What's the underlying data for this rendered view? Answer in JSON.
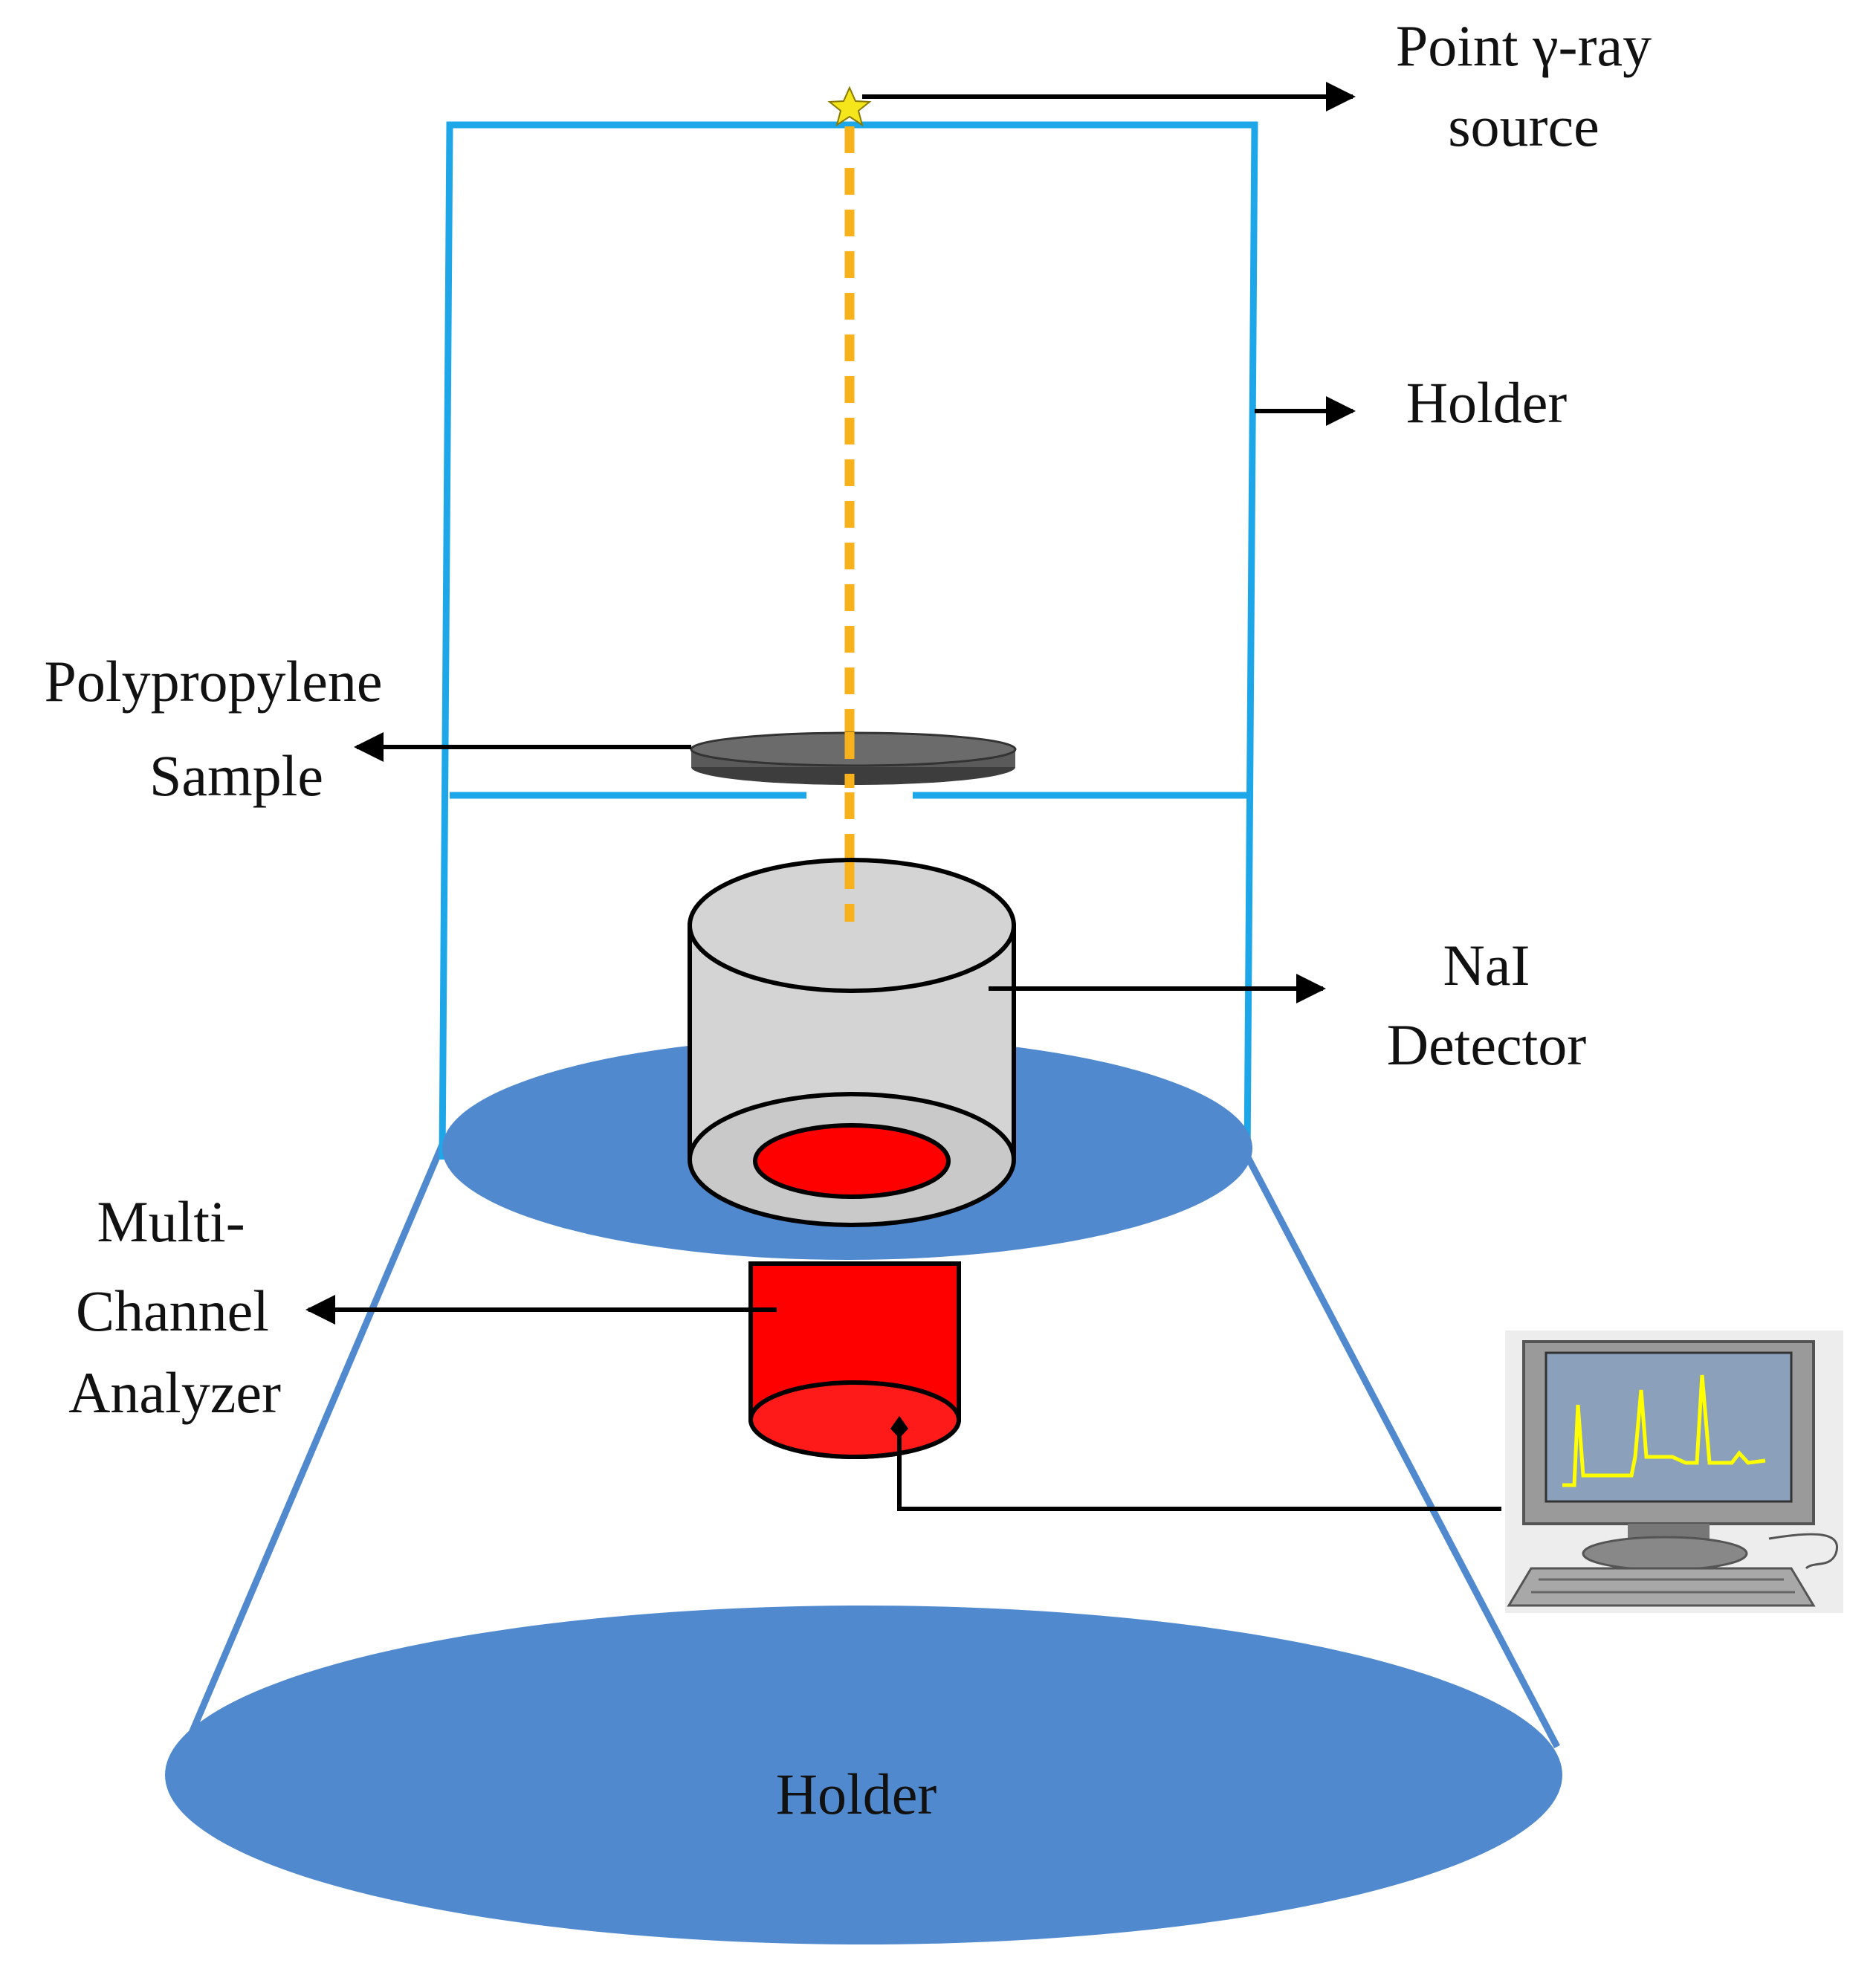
{
  "labels": {
    "source_line1": "Point γ-ray",
    "source_line2": "source",
    "holder_top": "Holder",
    "sample_line1": "Polypropylene",
    "sample_line2": "Sample",
    "detector_line1": "NaI",
    "detector_line2": "Detector",
    "mca_line1": "Multi-",
    "mca_line2": "Channel",
    "mca_line3": "Analyzer",
    "holder_base": "Holder"
  },
  "colors": {
    "holder_frame": "#1ea7e8",
    "holder_disc": "#5189cf",
    "beam": "#f7b21b",
    "source_star": "#f5e61c",
    "detector_body": "#d4d4d4",
    "detector_core": "#ff0000",
    "sample_disc": "#5a5a5a",
    "arrows": "#000000",
    "monitor_screen": "#8aa0bb",
    "spectrum_trace": "#ffff00"
  },
  "icons": {
    "computer": "desktop-computer-icon",
    "source": "star-icon"
  }
}
